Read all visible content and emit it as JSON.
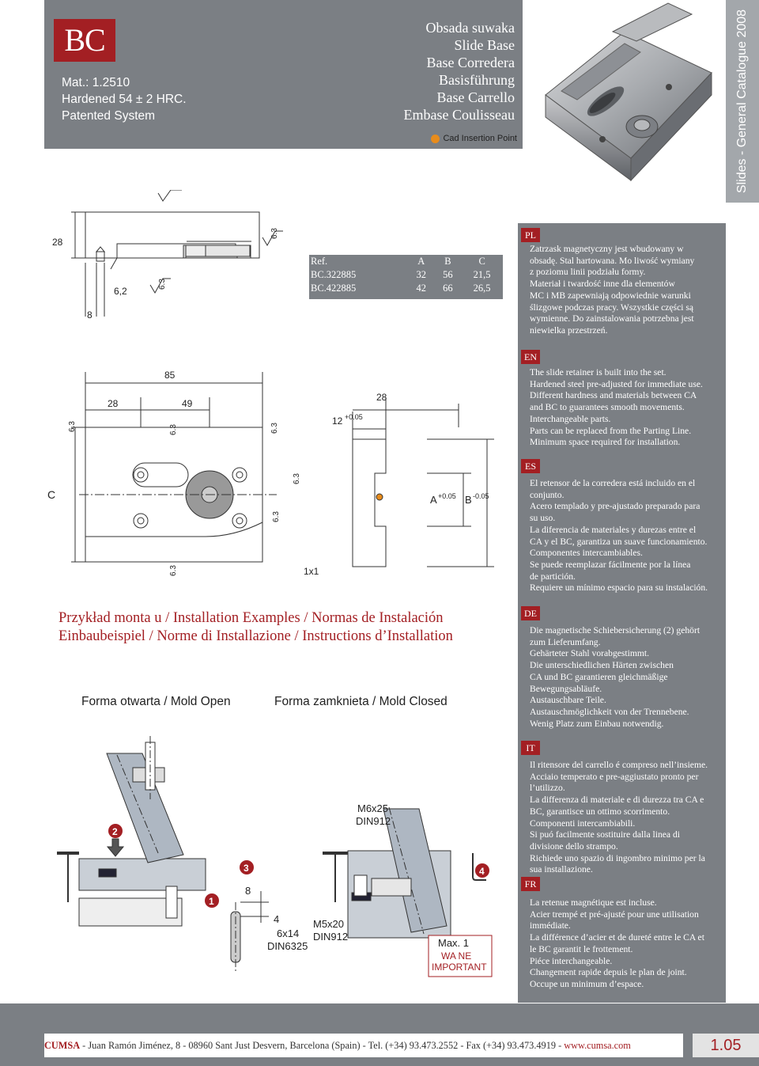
{
  "header": {
    "logo": "BC",
    "spec_lines": [
      "Mat.: 1.2510",
      "Hardened 54 ± 2 HRC.",
      "Patented System"
    ],
    "titles": [
      "Obsada suwaka",
      "Slide Base",
      "Base Corredera",
      "Basisführung",
      "Base Carrello",
      "Embase Coulisseau"
    ],
    "cad_label": "Cad Insertion Point"
  },
  "sidebar": {
    "label": "Slides - General Catalogue 2008"
  },
  "colors": {
    "accent": "#a31f23",
    "panel_gray": "#7b7f84",
    "cad_dot": "#e88c1c"
  },
  "ref_table": {
    "headers": [
      "Ref.",
      "A",
      "B",
      "C"
    ],
    "rows": [
      [
        "BC.322885",
        "32",
        "56",
        "21,5"
      ],
      [
        "BC.422885",
        "42",
        "66",
        "26,5"
      ]
    ]
  },
  "drawing_labels": {
    "roughness": "6.3",
    "dim_28_left": "28",
    "dim_6_2": "6,2",
    "dim_8": "8",
    "dim_85": "85",
    "dim_28_mid": "28",
    "dim_49": "49",
    "dim_28_end": "28",
    "dim_12": "12",
    "tol_12": "+0.05",
    "dim_C": "C",
    "dim_A": "A",
    "tol_A": "+0.05",
    "dim_B": "B",
    "tol_B": "-0.05",
    "chamfer": "1x1"
  },
  "examples": {
    "title_line1": "Przykład monta u / Installation Examples / Normas de Instalación",
    "title_line2": "Einbaubeispiel / Norme di Installazione / Instructions d’Installation",
    "mold_open": "Forma otwarta / Mold Open",
    "mold_closed": "Forma zamknieta / Mold Closed",
    "labels": {
      "n1": "1",
      "n2": "2",
      "n3": "3",
      "n4": "4",
      "dim_8": "8",
      "dim_4": "4",
      "pin": "6x14",
      "pin_std": "DIN6325",
      "screw1": "M6x25",
      "screw1_std": "DIN912",
      "screw2": "M5x20",
      "screw2_std": "DIN912",
      "max": "Max. 1",
      "warning1": "WA NE",
      "warning2": "IMPORTANT"
    }
  },
  "languages": [
    {
      "code": "PL",
      "lines": [
        "Zatrzask magnetyczny jest wbudowany w",
        "obsadę. Stal hartowana. Mo liwość wymiany",
        "z poziomu linii podziału formy.",
        "Materiał i twardość inne dla elementów",
        "MC i MB zapewniają odpowiednie warunki",
        "ślizgowe podczas pracy. Wszystkie części są",
        "wymienne. Do zainstalowania potrzebna jest",
        "niewielka przestrzeń."
      ]
    },
    {
      "code": "EN",
      "lines": [
        "The slide retainer is built into the set.",
        "Hardened steel pre-adjusted for immediate use.",
        "Different hardness and materials between CA",
        "and BC to guarantees smooth movements.",
        "Interchangeable parts.",
        "Parts can be replaced from the Parting Line.",
        "Minimum space required for installation."
      ]
    },
    {
      "code": "ES",
      "lines": [
        "El retensor de la corredera está incluido en el",
        "conjunto.",
        "Acero templado y pre-ajustado preparado para",
        "su uso.",
        "La diferencia de materiales y durezas entre el",
        "CA y el BC, garantiza un suave funcionamiento.",
        "Componentes intercambiables.",
        "Se puede reemplazar fácilmente por la línea",
        "de partición.",
        "Requiere un mínimo espacio para su instalación."
      ]
    },
    {
      "code": "DE",
      "lines": [
        "Die magnetische Schiebersicherung (2) gehört",
        "zum Lieferumfang.",
        "Gehärteter Stahl vorabgestimmt.",
        "Die unterschiedlichen Härten zwischen",
        "CA und BC garantieren gleichmäßige",
        "Bewegungsabläufe.",
        "Austauschbare Teile.",
        "Austauschmöglichkeit von der Trennebene.",
        "Wenig Platz zum Einbau notwendig."
      ]
    },
    {
      "code": "IT",
      "lines": [
        "Il ritensore del carrello é compreso nell’insieme.",
        "Acciaio temperato e pre-aggiustato pronto per",
        "l’utilizzo.",
        "La differenza di materiale e di durezza tra CA e",
        "BC, garantisce un ottimo scorrimento.",
        "Componenti intercambiabili.",
        "Si puó facilmente sostituire dalla linea di",
        "divisione dello strampo.",
        "Richiede uno spazio di ingombro minimo per la",
        "sua installazione."
      ]
    },
    {
      "code": "FR",
      "lines": [
        "La retenue magnétique est incluse.",
        "Acier trempé et pré-ajusté pour une utilisation",
        "immédiate.",
        "La différence d’acier et de dureté entre le CA et",
        "le BC garantit le frottement.",
        "Piéce interchangeable.",
        "Changement rapide depuis le plan de joint.",
        "Occupe un minimum d’espace."
      ]
    }
  ],
  "footer": {
    "brand": "CUMSA",
    "address": " - Juan Ramón Jiménez, 8 - 08960 Sant Just Desvern, Barcelona (Spain) - Tel. (+34) 93.473.2552 - Fax (+34) 93.473.4919 - ",
    "url": "www.cumsa.com",
    "page": "1.05"
  }
}
